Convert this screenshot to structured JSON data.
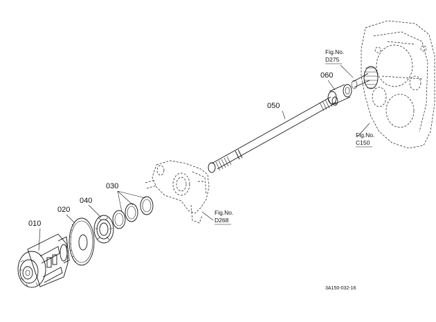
{
  "parts": {
    "p010": "010",
    "p020": "020",
    "p030": "030",
    "p040": "040",
    "p050": "050",
    "p060": "060"
  },
  "figure_refs": {
    "d275": {
      "line1": "Fig.No.",
      "line2": "D275"
    },
    "c150": {
      "line1": "Fig.No.",
      "line2": "C150"
    },
    "d268": {
      "line1": "Fig.No.",
      "line2": "D268"
    }
  },
  "drawing_code": "3A150-032-16"
}
